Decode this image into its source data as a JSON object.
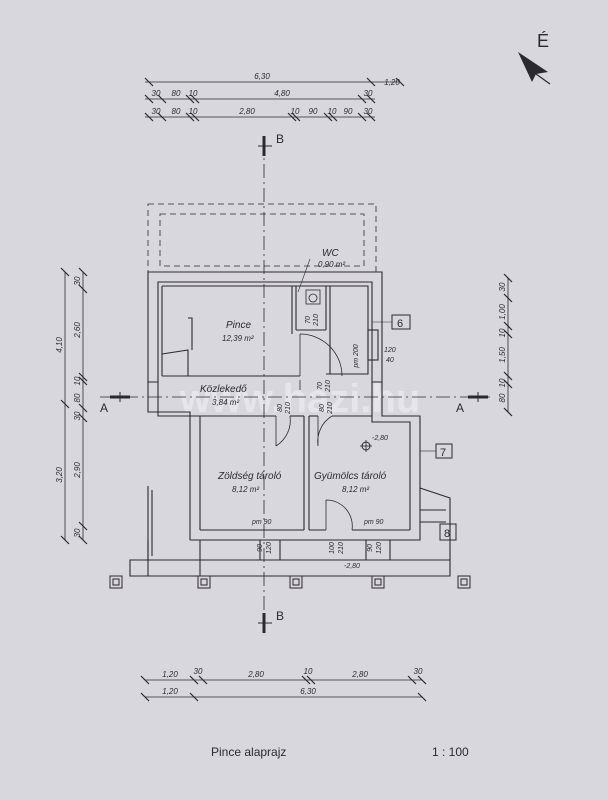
{
  "north_label": "É",
  "section_markers": {
    "b_top": "B",
    "b_bottom": "B",
    "a_left": "A",
    "a_right": "A"
  },
  "watermark": "www.hazi.hu",
  "top_dims": {
    "row1": [
      "6,30",
      "1,20"
    ],
    "row2": [
      "30",
      "80",
      "10",
      "4,80",
      "30"
    ],
    "row3": [
      "30",
      "80",
      "10",
      "2,80",
      "10",
      "90",
      "10",
      "90",
      "30"
    ]
  },
  "left_dims": {
    "outer": [
      "4,10",
      "3,20"
    ],
    "inner": [
      "30",
      "2,60",
      "10",
      "80",
      "30",
      "2,90",
      "30"
    ]
  },
  "right_dims": [
    "30",
    "1,00",
    "10",
    "1,50",
    "10",
    "80"
  ],
  "bottom_dims": {
    "row1": [
      "1,20",
      "30",
      "2,80",
      "10",
      "2,80",
      "30"
    ],
    "row2": [
      "1,20",
      "6,30"
    ]
  },
  "rooms": {
    "pince": {
      "name": "Pince",
      "area": "12,39 m²"
    },
    "wc": {
      "name": "WC",
      "area": "0,90 m²"
    },
    "kozlekedo": {
      "name": "Közlekedő",
      "area": "3,84 m²"
    },
    "zoldseg": {
      "name": "Zöldség tároló",
      "area": "8,12 m²"
    },
    "gyumolcs": {
      "name": "Gyümölcs tároló",
      "area": "8,12 m²"
    }
  },
  "annotations": {
    "wc_door": "70",
    "wc_door_h": "210",
    "pince_door": "70",
    "pince_door_h": "210",
    "pm_200": "pm 200",
    "win_120": "120",
    "win_40": "40",
    "door_80a": "80",
    "door_210a": "210",
    "door_80b": "80",
    "door_210b": "210",
    "level": "-2,80",
    "pm90_left": "pm 90",
    "pm90_right": "pm 90",
    "w90a": "90",
    "w120a": "120",
    "d100": "100",
    "d210": "210",
    "w90b": "90",
    "w120b": "120",
    "level_small": "-2,80"
  },
  "callouts": [
    "6",
    "7",
    "8"
  ],
  "caption": {
    "title": "Pince alaprajz",
    "scale": "1 : 100"
  }
}
